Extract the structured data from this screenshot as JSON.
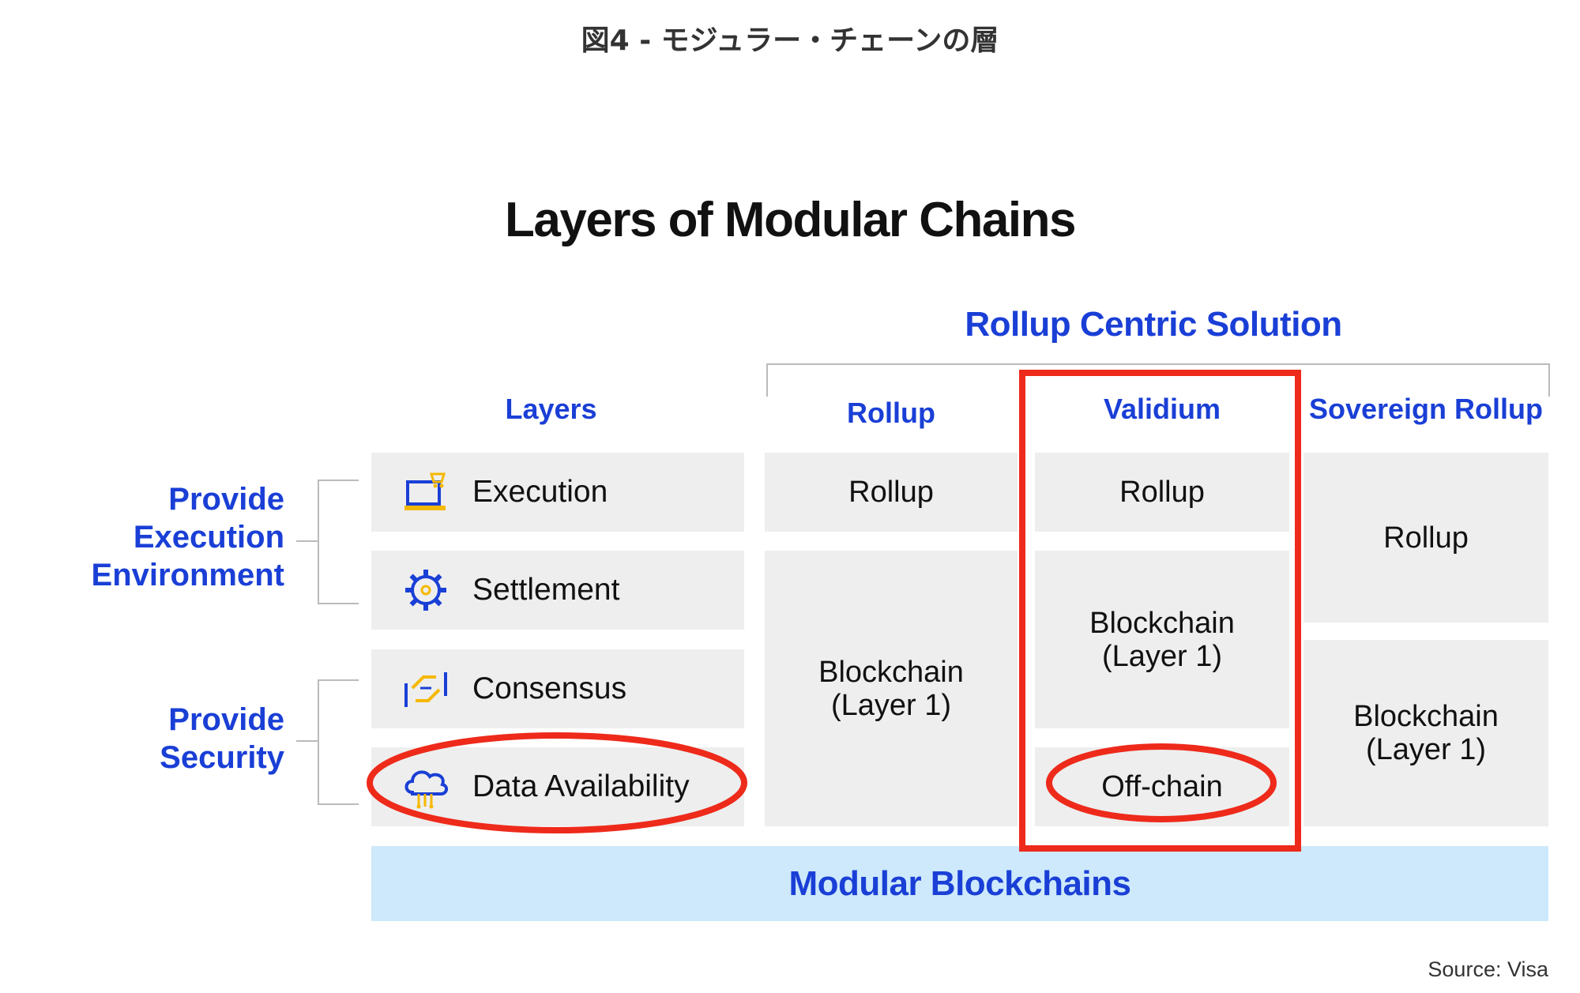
{
  "caption": "図4 - モジュラー・チェーンの層",
  "title": "Layers of Modular Chains",
  "solution_header": "Rollup Centric Solution",
  "columns": {
    "layers": "Layers",
    "rollup": "Rollup",
    "validium": "Validium",
    "sovereign": "Sovereign Rollup"
  },
  "groups": {
    "execution_env": "Provide\nExecution\nEnvironment",
    "security": "Provide\nSecurity"
  },
  "layers": [
    {
      "label": "Execution",
      "icon": "execution-icon"
    },
    {
      "label": "Settlement",
      "icon": "gear-icon"
    },
    {
      "label": "Consensus",
      "icon": "consensus-icon"
    },
    {
      "label": "Data Availability",
      "icon": "cloud-icon"
    }
  ],
  "rollup_col": {
    "top": "Rollup",
    "bottom": "Blockchain\n(Layer 1)"
  },
  "validium_col": {
    "top": "Rollup",
    "middle": "Blockchain\n(Layer 1)",
    "bottom": "Off-chain"
  },
  "sovereign_col": {
    "top": "Rollup",
    "bottom": "Blockchain\n(Layer 1)"
  },
  "base": "Modular Blockchains",
  "source": "Source: Visa",
  "colors": {
    "heading_blue": "#1a3fd6",
    "highlight_red": "#ee2a1b",
    "icon_yellow": "#f5b800",
    "cell_grey": "#eeeeee",
    "base_blue": "#cde9fb"
  }
}
